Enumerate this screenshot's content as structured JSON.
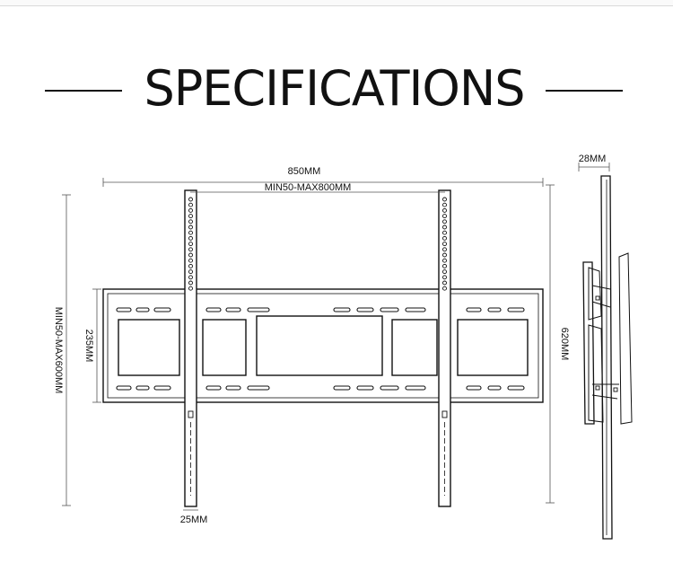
{
  "header": {
    "title": "SPECIFICATIONS"
  },
  "dimensions": {
    "overall_width": "850MM",
    "hole_spacing_horizontal": "MIN50-MAX800MM",
    "hole_spacing_vertical": "MIN50-MAX600MM",
    "plate_height": "235MM",
    "arm_width": "25MM",
    "depth": "28MM",
    "overall_height": "620MM"
  },
  "colors": {
    "line": "#111111",
    "dimension_line": "#555555",
    "background": "#ffffff"
  }
}
